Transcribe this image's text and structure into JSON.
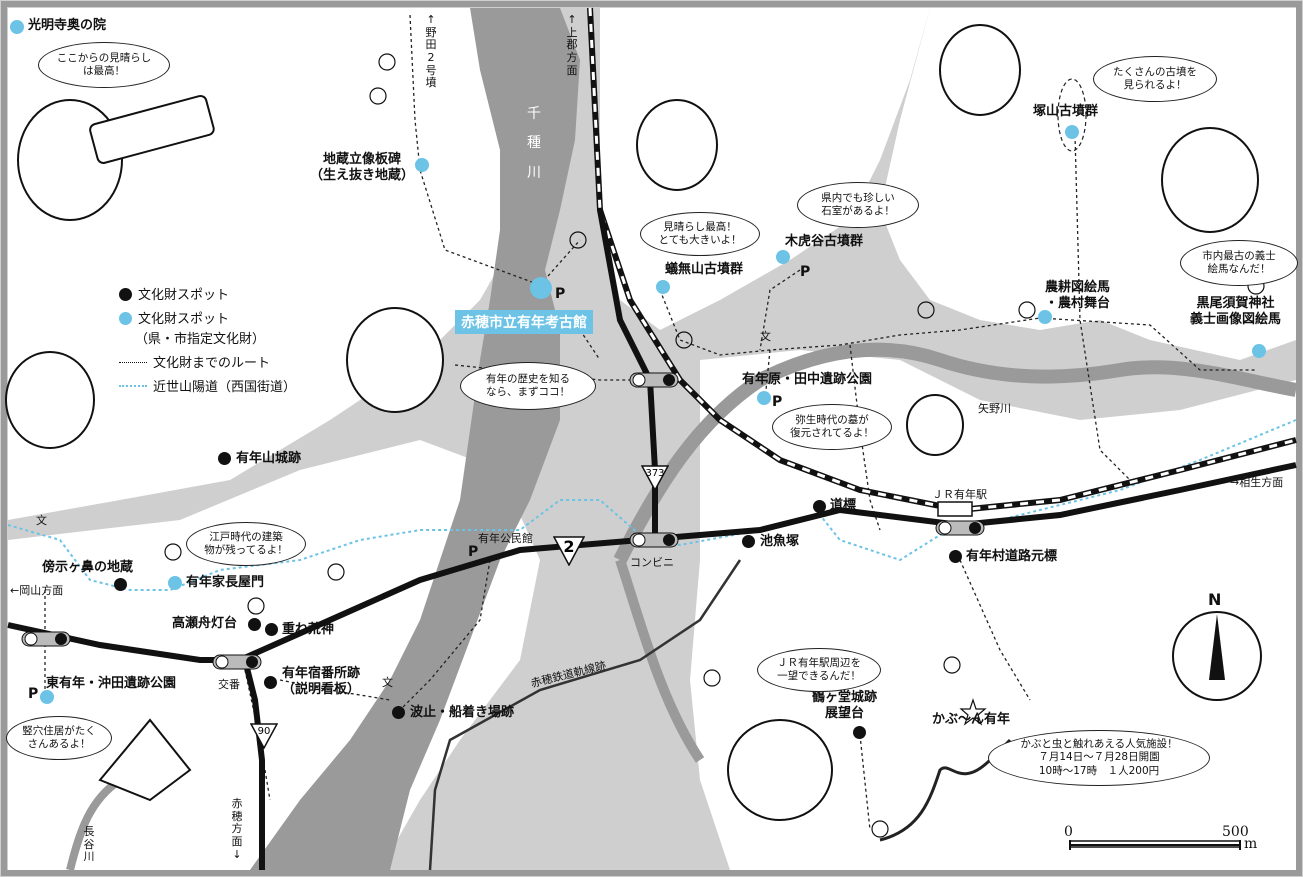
{
  "legend": {
    "black_spot": "文化財スポット",
    "blue_spot_1": "文化財スポット",
    "blue_spot_2": "（県・市指定文化財）",
    "route": "文化財までのルート",
    "sanyodo": "近世山陽道（西国街道）"
  },
  "colors": {
    "spot_black": "#111111",
    "spot_blue": "#6cc3e6",
    "river": "#999999",
    "land_shade": "#cfcfcf"
  },
  "places": {
    "komyoji": "光明寺奥の院",
    "jizo_itahi_1": "地蔵立像板碑",
    "jizo_itahi_2": "（生え抜き地蔵）",
    "museum": "赤穂市立有年考古館",
    "aribara_nashimusan": "蟻無山古墳群",
    "kitoradani": "木虎谷古墳群",
    "tsukayama": "塚山古墳群",
    "noko_ema_1": "農耕図絵馬",
    "noko_ema_2": "・農村舞台",
    "kurosuga_1": "黒尾須賀神社",
    "kurosuga_2": "義士画像図絵馬",
    "ruins_park": "有年原・田中遺跡公園",
    "yano_river": "矢野川",
    "jr_station": "ＪＲ有年駅",
    "aioi_dir": "→相生方面",
    "dohyo": "道標",
    "ikeuo": "池魚塚",
    "michi_moto": "有年村道路元標",
    "conveni": "コンビニ",
    "kominkan": "有年公民館",
    "yamashiro": "有年山城跡",
    "bojika_jizo": "傍示ヶ鼻の地蔵",
    "okayama_dir": "←岡山方面",
    "nagaya_mon": "有年家長屋門",
    "takase_toro": "高瀬舟灯台",
    "kasanearagami": "重ね荒神",
    "juku_1": "有年宿番所跡",
    "juku_2": "（説明看板）",
    "higashi_aribara": "東有年・沖田遺跡公園",
    "kouban": "交番",
    "hatoba": "波止・船着き場跡",
    "ako_railway": "赤穂鉄道軌線跡",
    "tsurugado_1": "鶴ヶ堂城跡",
    "tsurugado_2": "展望台",
    "kabun": "かぶ〜ん有年",
    "bun": "文",
    "chikusa_river": "千種川",
    "nagatani_river": "長谷川",
    "noda_road": "↑野田2号墳",
    "kamigori_dir": "↑上郡方面",
    "ako_dir": "赤穂方面↓"
  },
  "route_signs": {
    "r373": "373",
    "r2": "2",
    "r90": "90"
  },
  "bubbles": {
    "komyoji": "ここからの見晴らし\nは最高！",
    "view": "見晴らし最高！\nとても大きいよ！",
    "stone_room": "県内でも珍しい\n石室があるよ！",
    "tsukayama": "たくさんの古墳を\n見られるよ！",
    "oldest": "市内最古の義士\n絵馬なんだ！",
    "history": "有年の歴史を知る\nなら、まずココ！",
    "yayoi": "弥生時代の墓が\n復元されてるよ！",
    "edo": "江戸時代の建築\n物が残ってるよ！",
    "pit_house": "竪穴住居がたく\nさんあるよ！",
    "jr_view": "ＪＲ有年駅周辺を\n一望できるんだ！",
    "kabun": "かぶと虫と触れあえる人気施設！\n７月14日～７月28日開園\n10時～17時　１人200円"
  },
  "parking": "P",
  "scale": {
    "start": "0",
    "end": "500",
    "unit": "m"
  },
  "compass": "N"
}
